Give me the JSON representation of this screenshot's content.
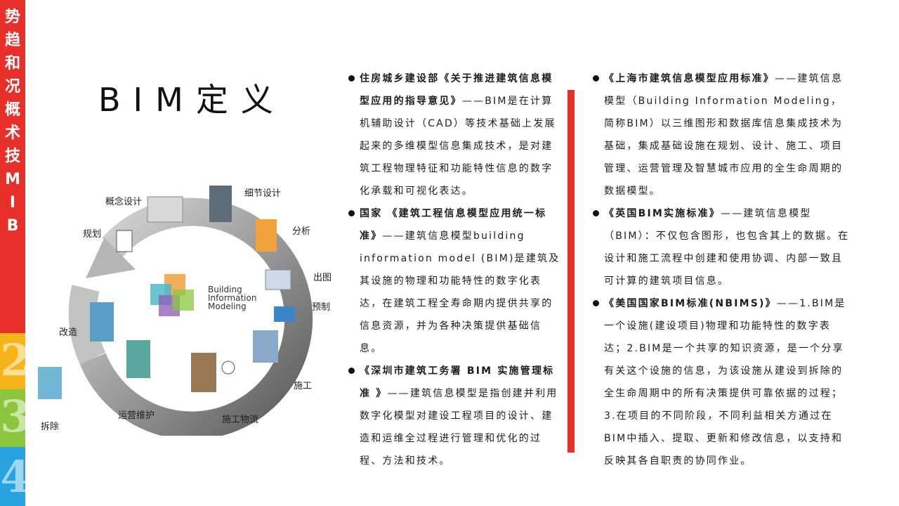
{
  "side": {
    "title_chars": [
      "势",
      "趋",
      "和",
      "况",
      "概",
      "术",
      "技",
      "M",
      "I",
      "B"
    ],
    "numbers": [
      "2",
      "3",
      "4"
    ],
    "colors": {
      "red": "#e8302a",
      "yellow": "#f4b41a",
      "green": "#8cc63f",
      "blue": "#29a3e0"
    }
  },
  "heading": "BIM定义",
  "diagram": {
    "center_logo": [
      "Building",
      "Information",
      "Modeling"
    ],
    "labels": {
      "concept": "概念设计",
      "detail": "细节设计",
      "plan": "规划",
      "analysis": "分析",
      "drawing": "出图",
      "prefab": "预制",
      "renovate": "改造",
      "construction": "施工",
      "demolish": "拆除",
      "operation": "运营维护",
      "logistics": "施工物流"
    }
  },
  "col1": [
    {
      "bold": "住房城乡建设部《关于推进建筑信息模型应用的指导意见》",
      "text": "——BIM是在计算机辅助设计（CAD）等技术基础上发展起来的多维模型信息集成技术，是对建筑工程物理特征和功能特性信息的数字化承载和可视化表达。"
    },
    {
      "bold": "国家 《建筑工程信息模型应用统一标准》",
      "text": "——建筑信息模型building information model (BIM)是建筑及其设施的物理和功能特性的数字化表达，在建筑工程全寿命期内提供共享的信息资源，并为各种决策提供基础信息。"
    },
    {
      "bold": "《深圳市建筑工务署 BIM 实施管理标准 》",
      "text": "——建筑信息模型是指创建并利用数字化模型对建设工程项目的设计、建造和运维全过程进行管理和优化的过程、方法和技术。"
    }
  ],
  "col2": [
    {
      "bold": "《上海市建筑信息模型应用标准》",
      "text": "——建筑信息模型（Building Information Modeling，简称BIM）以三维图形和数据库信息集成技术为基础，集成基础设施在规划、设计、施工、项目管理、运营管理及智慧城市应用的全生命周期的数据模型。"
    },
    {
      "bold": "《英国BIM实施标准》",
      "text": "——建筑信息模型（BIM）：不仅包含图形，也包含其上的数据。在设计和施工流程中创建和使用协调、内部一致且可计算的建筑项目信息。"
    },
    {
      "bold": "《美国国家BIM标准(NBIMS)》",
      "text": "——1.BIM是一个设施(建设项目)物理和功能特性的数字表达；2.BIM是一个共享的知识资源，是一个分享有关这个设施的信息，为该设施从建设到拆除的全生命周期中的所有决策提供可靠依据的过程；3.在项目的不同阶段，不同利益相关方通过在BIM中插入、提取、更新和修改信息，以支持和反映其各自职责的协同作业。"
    }
  ]
}
